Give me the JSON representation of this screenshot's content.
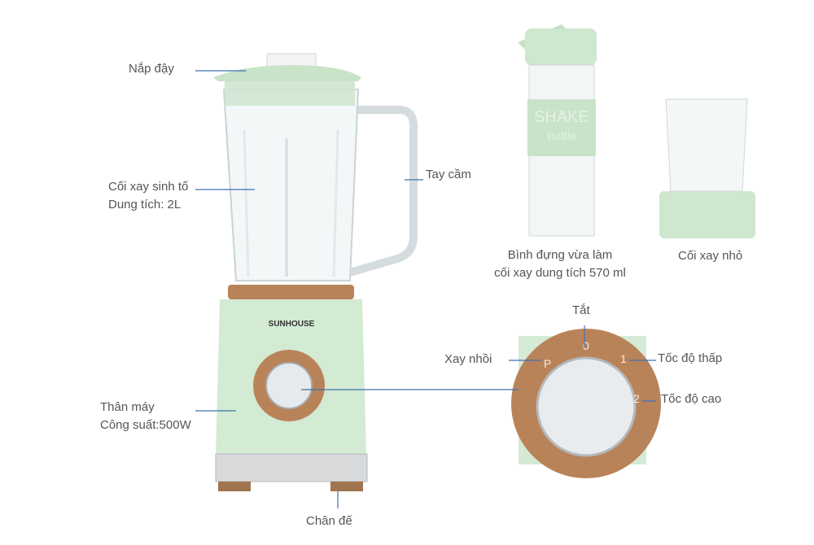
{
  "labels": {
    "lid": "Nắp đậy",
    "jar_line1": "Cối xay sinh tố",
    "jar_line2": "Dung tích: 2L",
    "handle": "Tay cầm",
    "body_line1": "Thân máy",
    "body_line2": "Công suất:500W",
    "feet": "Chân đế",
    "bottle_line1": "Bình đựng vừa làm",
    "bottle_line2": "cối xay dung tích 570 ml",
    "small_jar": "Cối xay nhỏ",
    "off": "Tắt",
    "pulse": "Xay nhồi",
    "low_speed": "Tốc độ thấp",
    "high_speed": "Tốc độ cao"
  },
  "brand": "SUNHOUSE",
  "bottle_print": "SHAKE Bottle",
  "knob_marks": [
    "P",
    "0",
    "1",
    "2"
  ],
  "colors": {
    "mint": "#cfe6cf",
    "copper": "#b9835a",
    "leader_line": "#3f72b0",
    "text": "#555555"
  }
}
